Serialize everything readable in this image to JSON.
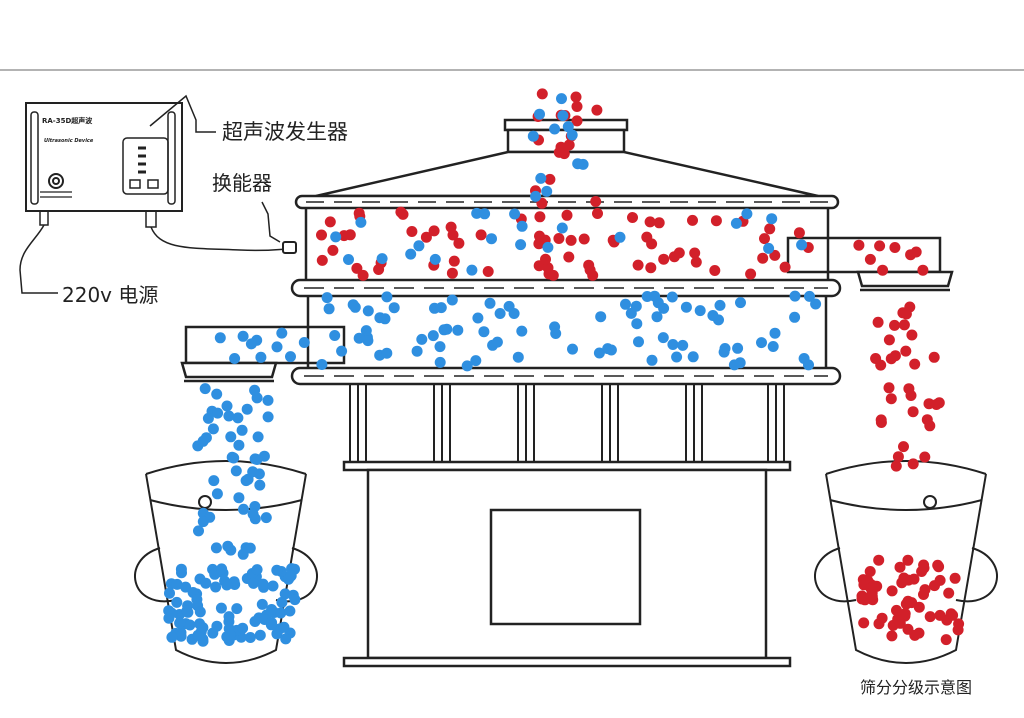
{
  "labels": {
    "ultrasonic_generator": "超声波发生器",
    "transducer": "换能器",
    "power": "220v 电源",
    "caption": "筛分分级示意图",
    "device_model": "RA-35D超声波",
    "device_brand": "Ultrasonic Device"
  },
  "colors": {
    "coarse_particles": "#d2202a",
    "fine_particles": "#2f8fe0",
    "line": "#222222"
  },
  "icons": [
    "power-knob-icon",
    "bucket-icon",
    "particle-icon"
  ]
}
